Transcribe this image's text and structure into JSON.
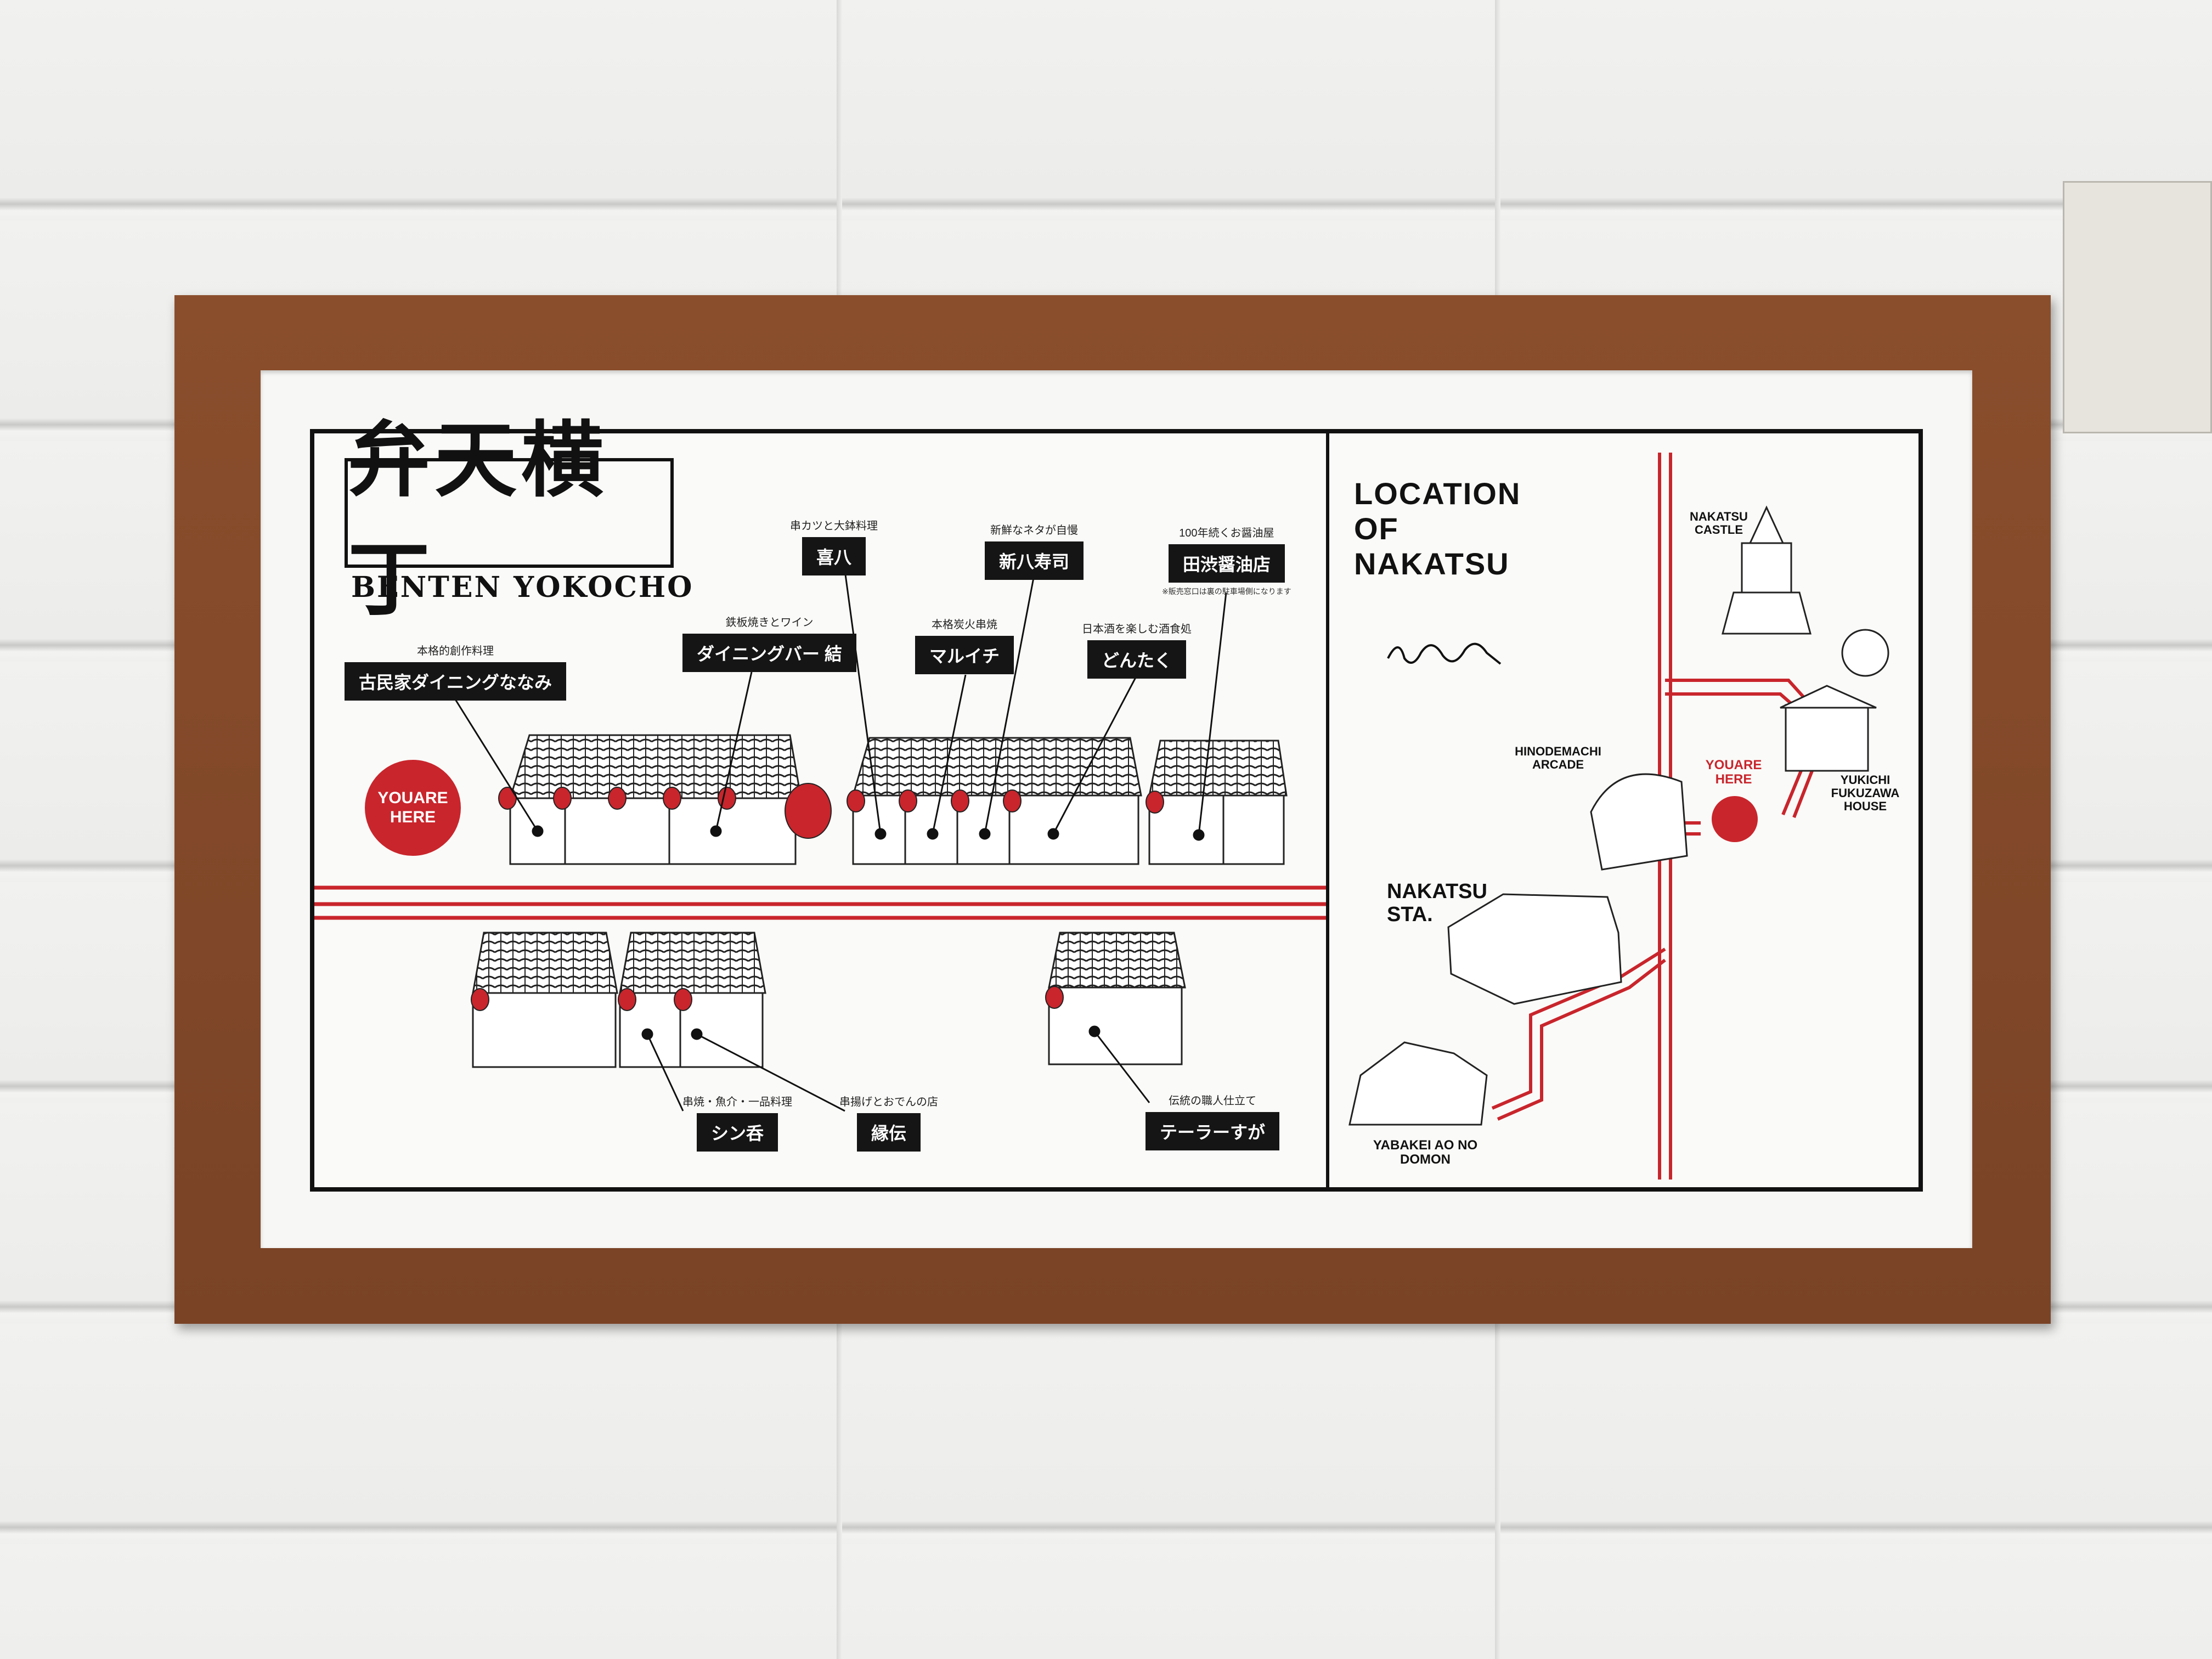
{
  "logo": {
    "kanji": "弁天横丁",
    "roman": "BENTEN YOKOCHO"
  },
  "you_are_here": "YOUARE HERE",
  "shops": [
    {
      "caption": "本格的創作料理",
      "name": "古民家ダイニングななみ"
    },
    {
      "caption": "鉄板焼きとワイン",
      "name": "ダイニングバー 結"
    },
    {
      "caption": "串カツと大鉢料理",
      "name": "喜八"
    },
    {
      "caption": "本格炭火串焼",
      "name": "マルイチ"
    },
    {
      "caption": "新鮮なネタが自慢",
      "name": "新八寿司"
    },
    {
      "caption": "日本酒を楽しむ酒食処",
      "name": "どんたく"
    },
    {
      "caption": "100年続くお醤油屋",
      "name": "田渋醤油店",
      "note": "※販売窓口は裏の駐車場側になります"
    },
    {
      "caption": "串焼・魚介・一品料理",
      "name": "シン呑"
    },
    {
      "caption": "串揚げとおでんの店",
      "name": "縁伝"
    },
    {
      "caption": "伝統の職人仕立て",
      "name": "テーラーすが"
    }
  ],
  "location": {
    "title": "LOCATION OF NAKATSU",
    "landmarks": {
      "castle": "NAKATSU CASTLE",
      "arcade": "HINODEMACHI ARCADE",
      "here": "YOUARE HERE",
      "fukuzawa": "YUKICHI FUKUZAWA HOUSE",
      "station": "NAKATSU STA.",
      "yabakei": "YABAKEI AO NO DOMON"
    }
  },
  "colors": {
    "accent": "#c9252c",
    "ink": "#111111",
    "frame": "#7d4527"
  }
}
